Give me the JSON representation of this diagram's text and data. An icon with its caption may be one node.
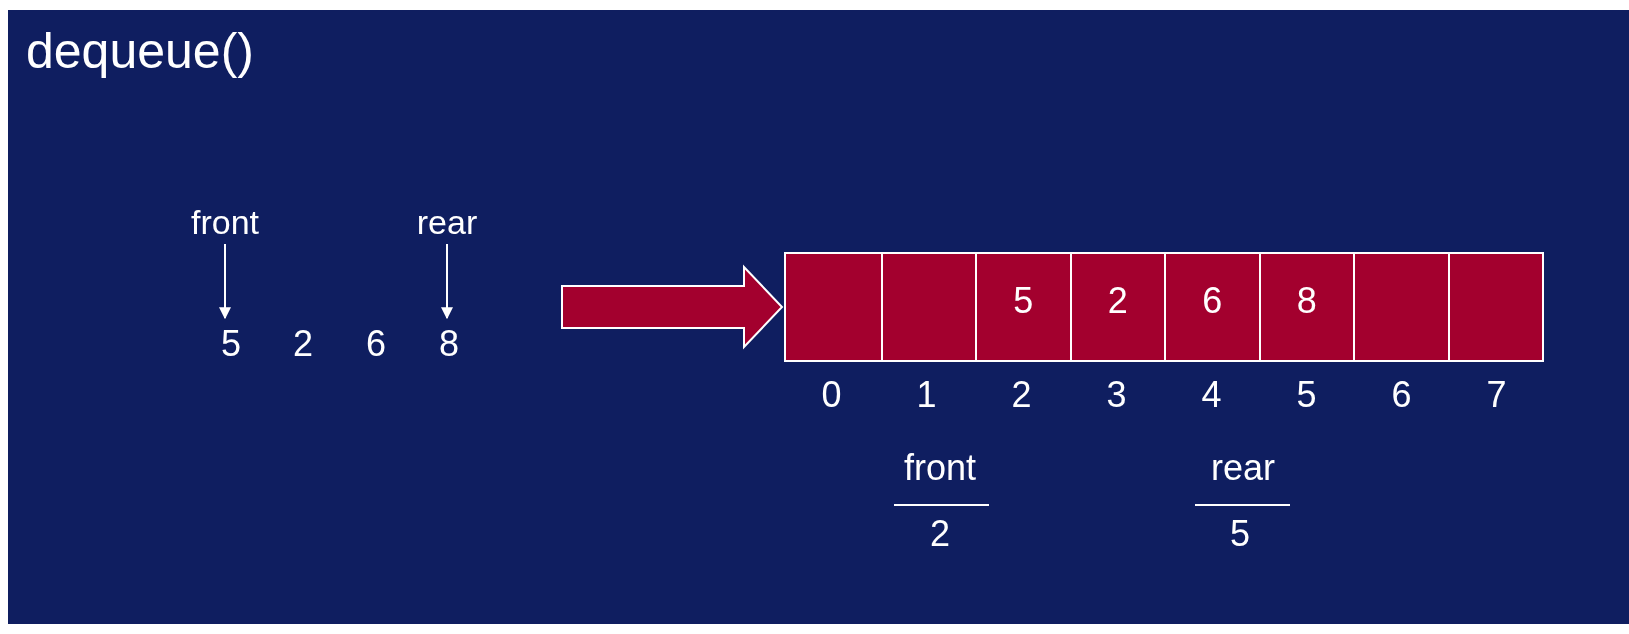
{
  "diagram": {
    "title": "dequeue()",
    "nodes": [
      {
        "text": [
          "front"
        ]
      },
      {
        "text": [
          "rear"
        ]
      },
      {
        "text": [
          "5"
        ]
      },
      {
        "text": [
          "2"
        ]
      },
      {
        "text": [
          "6"
        ]
      },
      {
        "text": [
          "8"
        ]
      },
      {
        "text": [],
        "shape": "box"
      },
      {
        "text": [],
        "shape": "box",
        "in": 6
      },
      {
        "text": [],
        "shape": "box",
        "in": 6
      },
      {
        "text": [
          "5"
        ],
        "in": 6
      },
      {
        "text": [
          "2"
        ],
        "in": 6
      },
      {
        "text": [
          "6"
        ],
        "in": 6
      },
      {
        "text": [
          "8"
        ],
        "in": 6
      },
      {
        "text": [],
        "shape": "box",
        "in": 6
      },
      {
        "text": [],
        "shape": "box",
        "in": 6
      }
    ],
    "edges": [
      {
        "from": 0,
        "to": 2,
        "arrow": "to"
      },
      {
        "from": 1,
        "to": 5,
        "arrow": "to"
      },
      {
        "from": null,
        "to": 6,
        "arrow": "to",
        "style": "thick",
        "color": "#a3002e"
      }
    ],
    "labels": [
      "0",
      "1",
      "2",
      "3",
      "4",
      "5",
      "6",
      "7",
      "front",
      "rear",
      "2",
      "5"
    ]
  }
}
